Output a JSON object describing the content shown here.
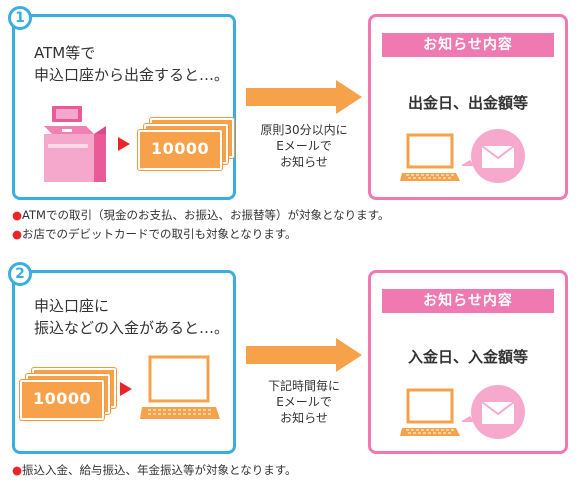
{
  "colors": {
    "blue": "#3aaee0",
    "pink": "#f07ab0",
    "orange": "#f5a24b",
    "red": "#e8262a"
  },
  "section1": {
    "number": "1",
    "description": "ATM等で\n申込口座から出金すると…。",
    "bill_amount": "10000",
    "arrow_text": "原則30分以内に\nEメールで\nお知らせ",
    "notice_header": "お知らせ内容",
    "notice_value": "出金日、出金額等",
    "notes": [
      "ATMでの取引（現金のお支払、お振込、お振替等）が対象となります。",
      "お店でのデビットカードでの取引も対象となります。"
    ]
  },
  "section2": {
    "number": "2",
    "description": "申込口座に\n振込などの入金があると…。",
    "bill_amount": "10000",
    "arrow_text": "下記時間毎に\nEメールで\nお知らせ",
    "notice_header": "お知らせ内容",
    "notice_value": "入金日、入金額等",
    "notes": [
      "振込入金、給与振込、年金振込等が対象となります。"
    ]
  },
  "icons": [
    "atm-icon",
    "bills-icon",
    "arrow-right-icon",
    "laptop-icon",
    "mail-bubble-icon"
  ]
}
